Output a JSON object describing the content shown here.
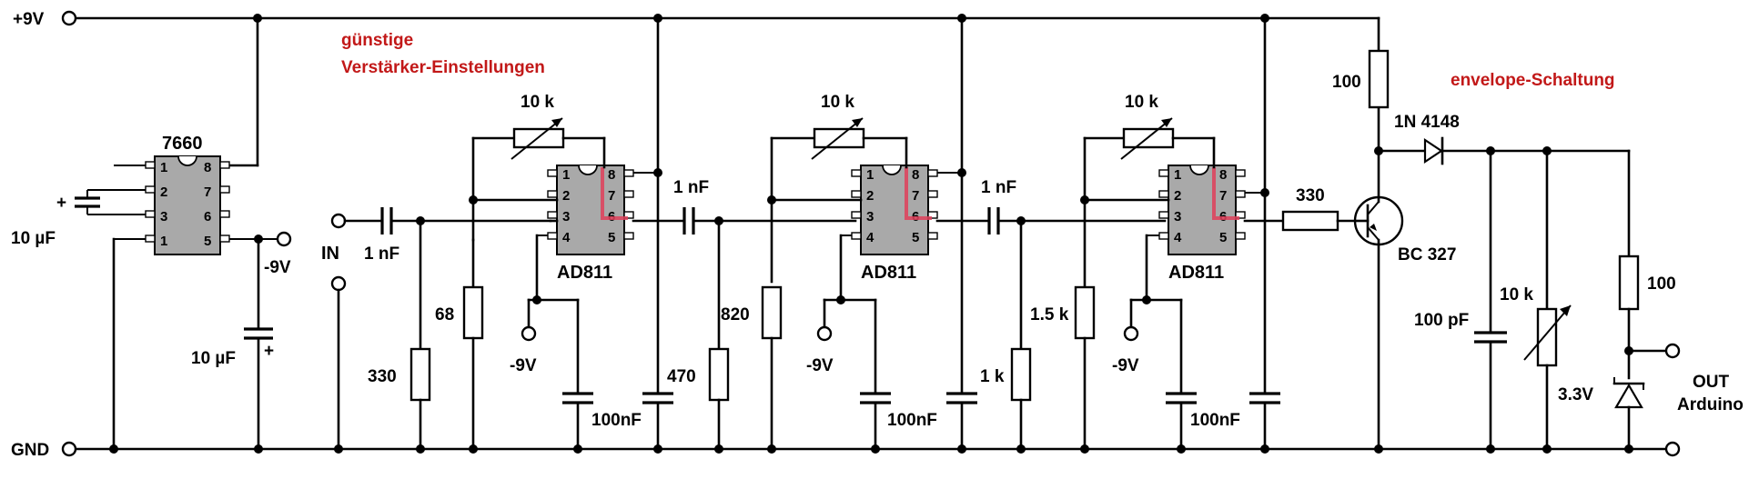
{
  "supply": {
    "pos": "+9V",
    "gnd": "GND"
  },
  "converter": {
    "part": "7660",
    "cap": "10 µF",
    "cap_out": "10 µF",
    "plus": "+",
    "neg_out": "-9V"
  },
  "input": {
    "label": "IN",
    "cap": "1 nF",
    "bias_res": "330"
  },
  "note_gain": {
    "line1": "günstige",
    "line2": "Verstärker-Einstellungen"
  },
  "stage1": {
    "part": "AD811",
    "pot": "10 k",
    "res_gain": "68",
    "dec_cap": "100nF",
    "neg": "-9V"
  },
  "couple1": {
    "cap": "1 nF",
    "res": "470"
  },
  "stage2": {
    "part": "AD811",
    "pot": "10 k",
    "res_gain": "820",
    "dec_cap": "100nF",
    "neg": "-9V"
  },
  "couple2": {
    "cap": "1 nF",
    "res": "1 k"
  },
  "stage3": {
    "part": "AD811",
    "pot": "10 k",
    "res_gain": "1.5 k",
    "dec_cap": "100nF",
    "neg": "-9V"
  },
  "envelope": {
    "title": "envelope-Schaltung",
    "base_res": "330",
    "coll_res": "100",
    "transistor": "BC 327",
    "diode": "1N 4148",
    "cap": "100 pF",
    "pot": "10 k",
    "out_res": "100",
    "zener": "3.3V",
    "out1": "OUT",
    "out2": "Arduino"
  },
  "pins": {
    "l": [
      "1",
      "2",
      "3",
      "4"
    ],
    "r": [
      "8",
      "7",
      "6",
      "5"
    ],
    "l7660": [
      "1",
      "2",
      "3",
      "1"
    ]
  }
}
